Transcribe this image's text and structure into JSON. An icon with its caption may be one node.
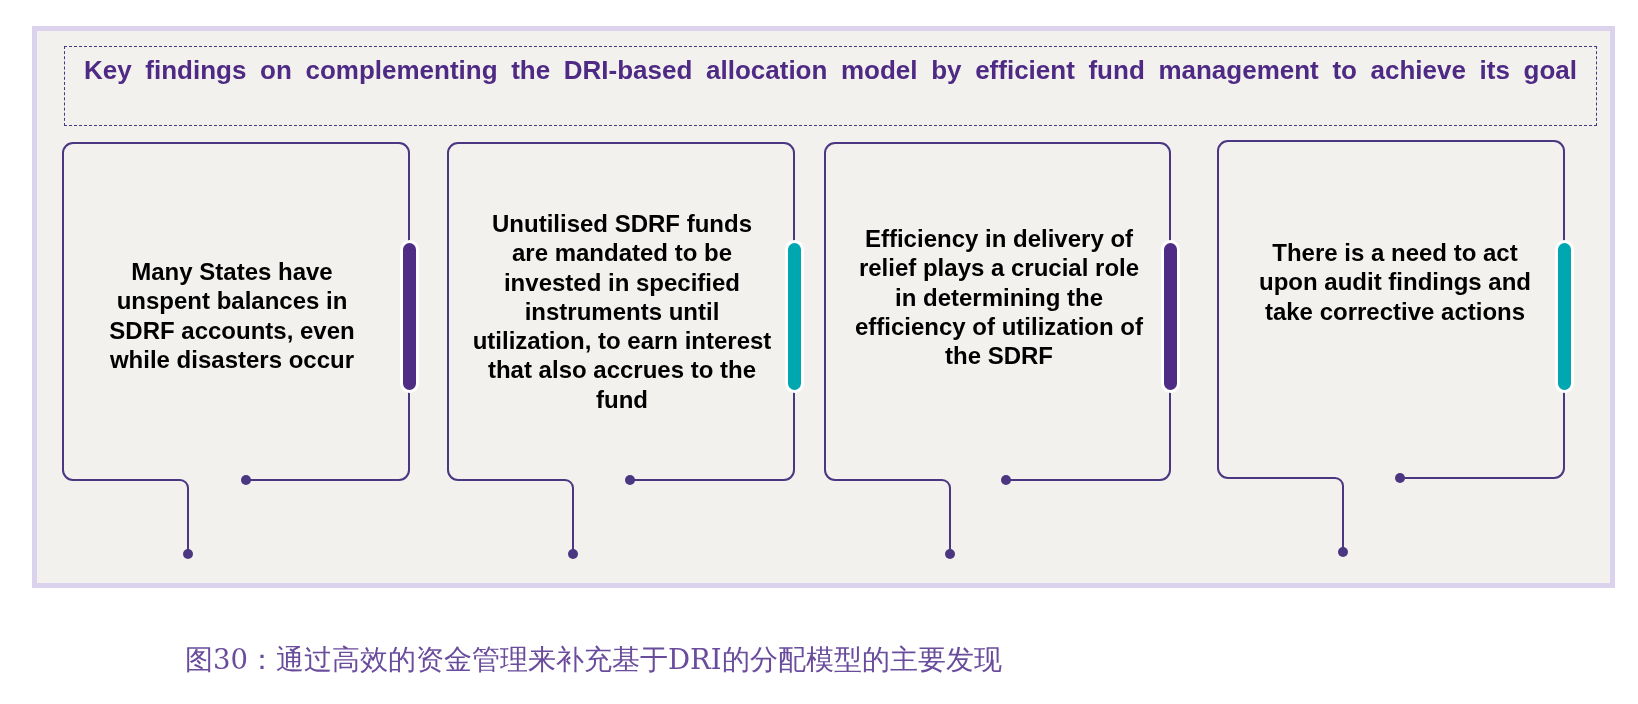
{
  "diagram": {
    "caption": "图30：通过高效的资金管理来补充基于DRI的分配模型的主要发现",
    "nodes": [
      {
        "text": [],
        "shape": "box"
      },
      {
        "text": [
          "Key findings on complementing the DRI-based allocation model by efficient fund management to achieve its goal"
        ],
        "in": 0
      },
      {
        "text": [
          "Many States have unspent balances in SDRF accounts, even while disasters occur"
        ],
        "in": 0
      },
      {
        "text": [
          "Unutilised SDRF funds are mandated to be invested in specified instruments until utilization, to earn interest that also accrues to the fund"
        ],
        "in": 0
      },
      {
        "text": [
          "Efficiency in delivery of relief plays a crucial role in determining the efficiency of utilization of the SDRF"
        ],
        "in": 0
      },
      {
        "text": [
          "There is a need to act upon audit findings and take corrective actions"
        ],
        "in": 0
      }
    ],
    "edges": [
      {
        "from": 2,
        "to": null,
        "arrow": "other"
      },
      {
        "from": 3,
        "to": null,
        "arrow": "other"
      },
      {
        "from": 4,
        "to": null,
        "arrow": "other"
      },
      {
        "from": 5,
        "to": null,
        "arrow": "other"
      }
    ]
  }
}
